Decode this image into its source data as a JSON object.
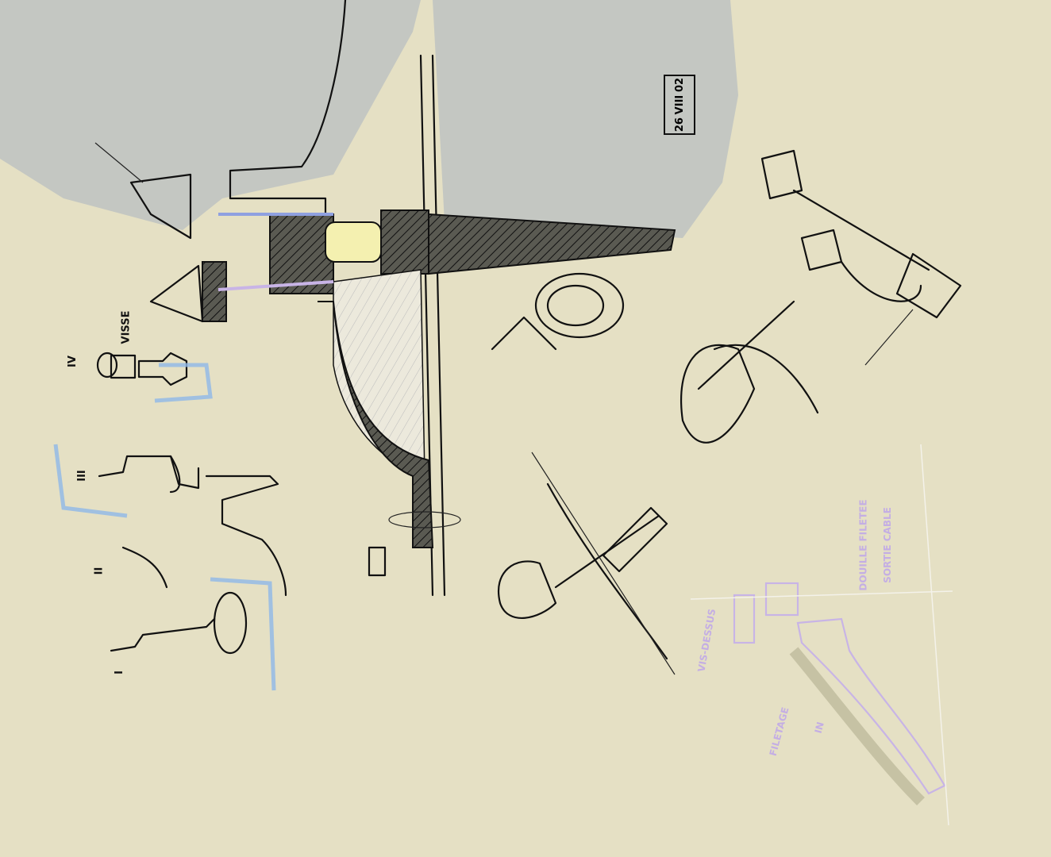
{
  "date_stamp": {
    "day": "26",
    "month": "VIII",
    "year": "02"
  },
  "labels": {
    "visse": "VISSE",
    "step_iv": "IV",
    "step_iii": "III",
    "step_ii": "II",
    "step_i": "I"
  },
  "pink_notes": {
    "vis_dessus": "VIS-DESSUS",
    "filetage": "FILETAGE",
    "in": "IN",
    "douille": "DOUILLE FILETEE",
    "sortie": "SORTIE CABLE"
  },
  "colors": {
    "paper": "#e5e0c4",
    "ink": "#111111",
    "shading": "#b9c0c4",
    "pink": "#c8b4e6",
    "blue": "#8fb8e8"
  }
}
